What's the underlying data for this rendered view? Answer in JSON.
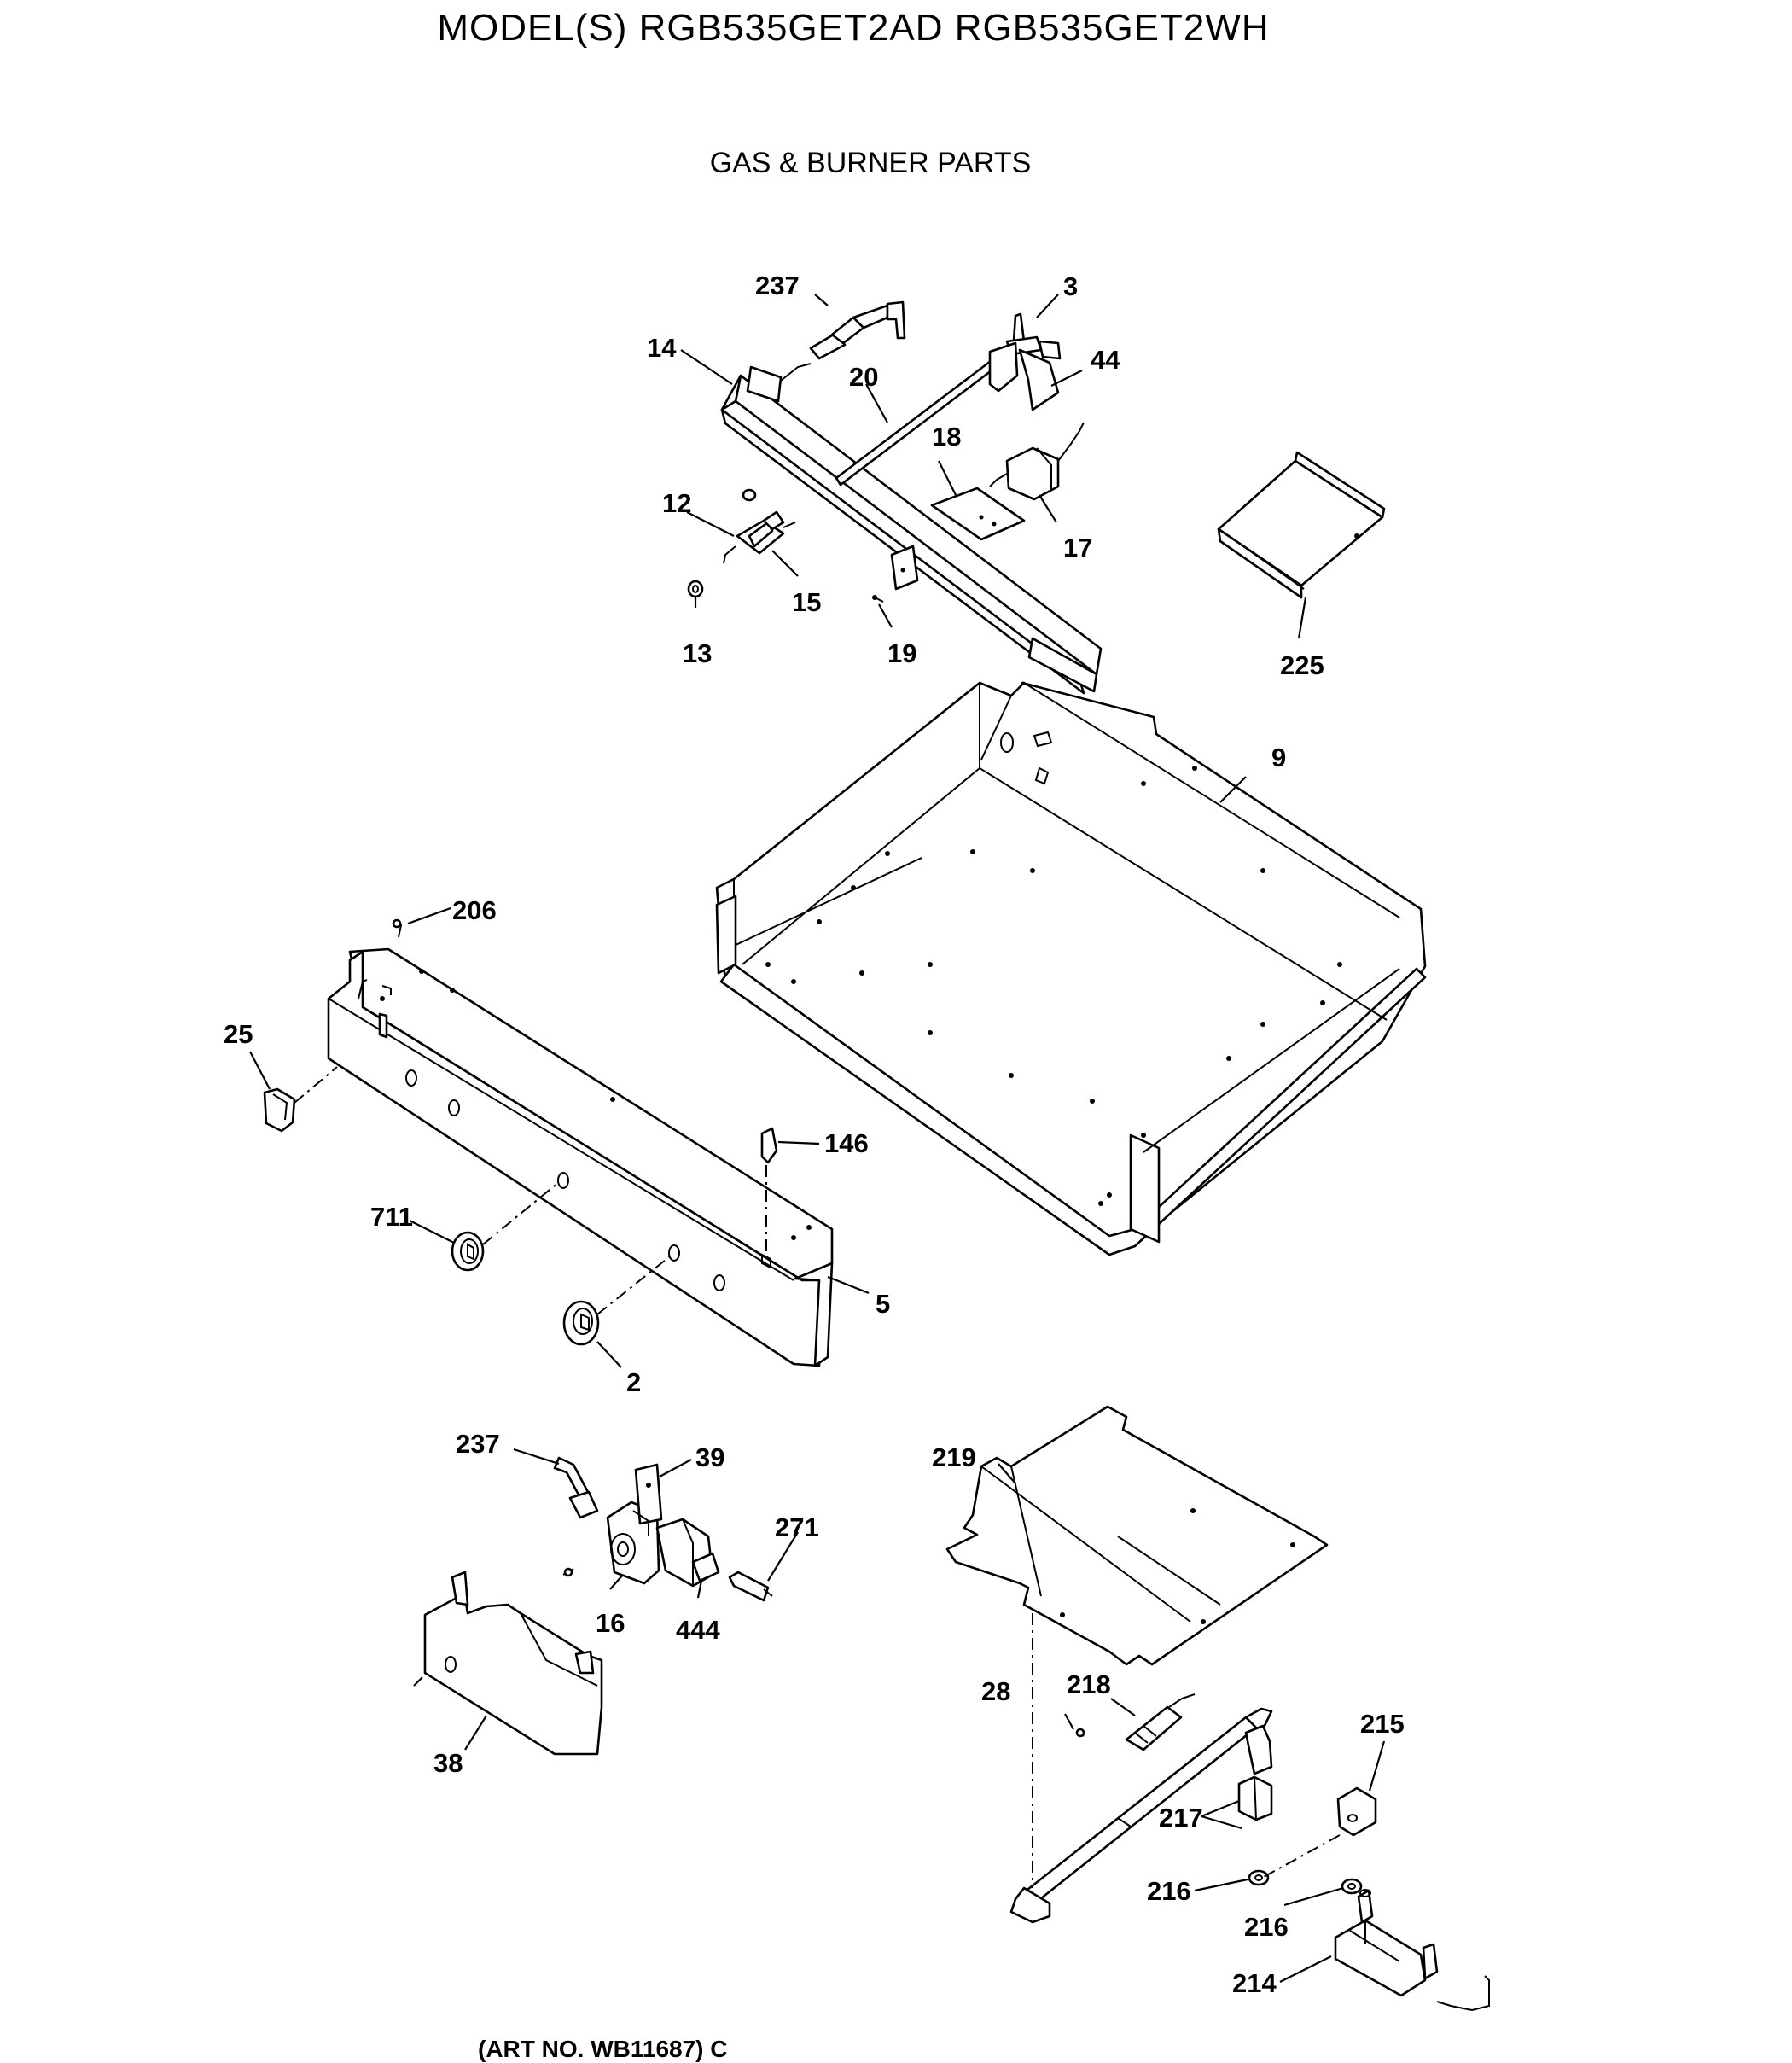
{
  "title": "MODEL(S) RGB535GET2AD  RGB535GET2WH",
  "subtitle": "GAS & BURNER PARTS",
  "art_no": "(ART NO. WB11687) C",
  "callouts": {
    "c237a": "237",
    "c3": "3",
    "c14": "14",
    "c44": "44",
    "c20": "20",
    "c18": "18",
    "c12": "12",
    "c17": "17",
    "c15": "15",
    "c13": "13",
    "c19": "19",
    "c225": "225",
    "c9": "9",
    "c206": "206",
    "c25": "25",
    "c146": "146",
    "c711": "711",
    "c5": "5",
    "c2": "2",
    "c237b": "237",
    "c39": "39",
    "c219": "219",
    "c271": "271",
    "c16": "16",
    "c444": "444",
    "c28": "28",
    "c218": "218",
    "c38": "38",
    "c215": "215",
    "c217": "217",
    "c216a": "216",
    "c216b": "216",
    "c214": "214"
  }
}
